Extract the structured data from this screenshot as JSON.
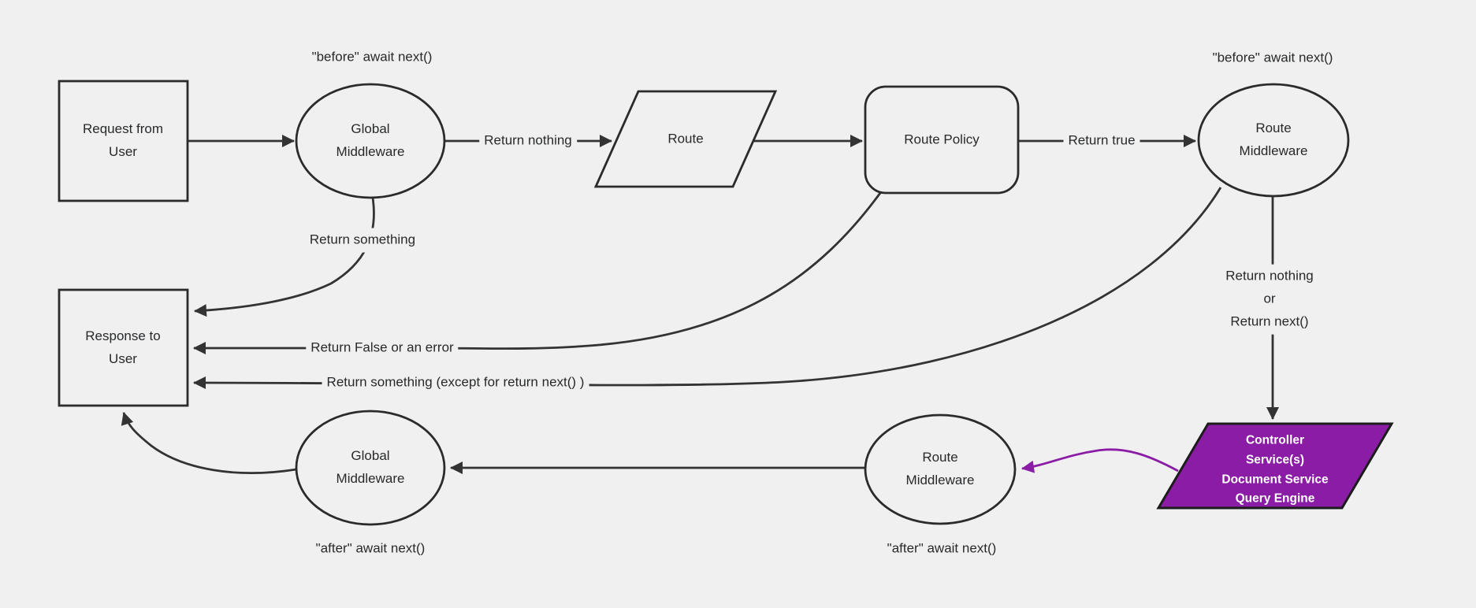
{
  "canvas": {
    "background": "#f0f0f0"
  },
  "colors": {
    "node_fill": "#f0f0f0",
    "node_stroke": "#2b2b2b",
    "edge_stroke": "#333333",
    "text": "#27292b",
    "controller_fill": "#8a1ca5",
    "controller_text": "#ffffff",
    "purple_arrow": "#8a1ca5"
  },
  "nodes": {
    "request": {
      "label": "Request from User"
    },
    "global_middleware_top": {
      "label": "Global Middleware"
    },
    "route": {
      "label": "Route"
    },
    "route_policy": {
      "label": "Route Policy"
    },
    "route_middleware_top": {
      "label": "Route Middleware"
    },
    "response": {
      "label": "Response to User"
    },
    "controller": {
      "lines": [
        "Controller",
        "Service(s)",
        "Document Service",
        "Query Engine"
      ]
    },
    "route_middleware_bottom": {
      "label": "Route Middleware"
    },
    "global_middleware_bottom": {
      "label": "Global Middleware"
    }
  },
  "edge_labels": {
    "before_await_next": "\"before\" await next()",
    "after_await_next": "\"after\" await next()",
    "return_nothing": "Return nothing",
    "return_true": "Return true",
    "return_something": "Return something",
    "return_false_or_error": "Return False or an error",
    "return_something_except": "Return something (except for return next() )",
    "return_nothing_or_next": [
      "Return nothing",
      "or",
      "Return next()"
    ]
  }
}
